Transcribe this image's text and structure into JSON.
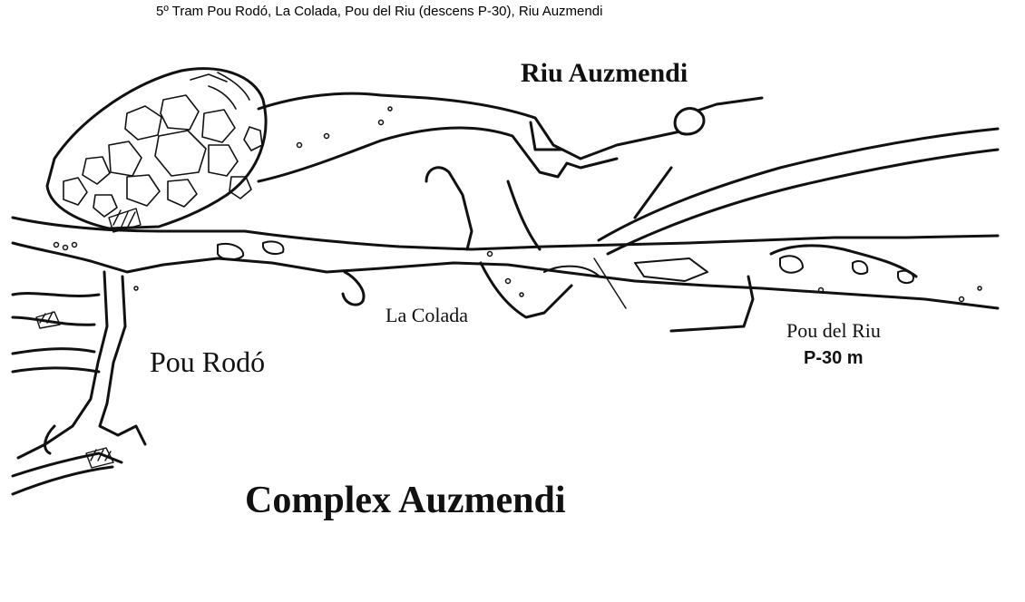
{
  "caption": "5º Tram  Pou Rodó, La Colada, Pou del Riu (descens P-30), Riu Auzmendi",
  "labels": {
    "riu_auzmendi": "Riu Auzmendi",
    "la_colada": "La Colada",
    "pou_rodo": "Pou Rodó",
    "pou_del_riu": "Pou del Riu",
    "p30": "P-30 m",
    "complex": "Complex Auzmendi"
  },
  "colors": {
    "ink": "#111111",
    "paper": "#ffffff"
  }
}
